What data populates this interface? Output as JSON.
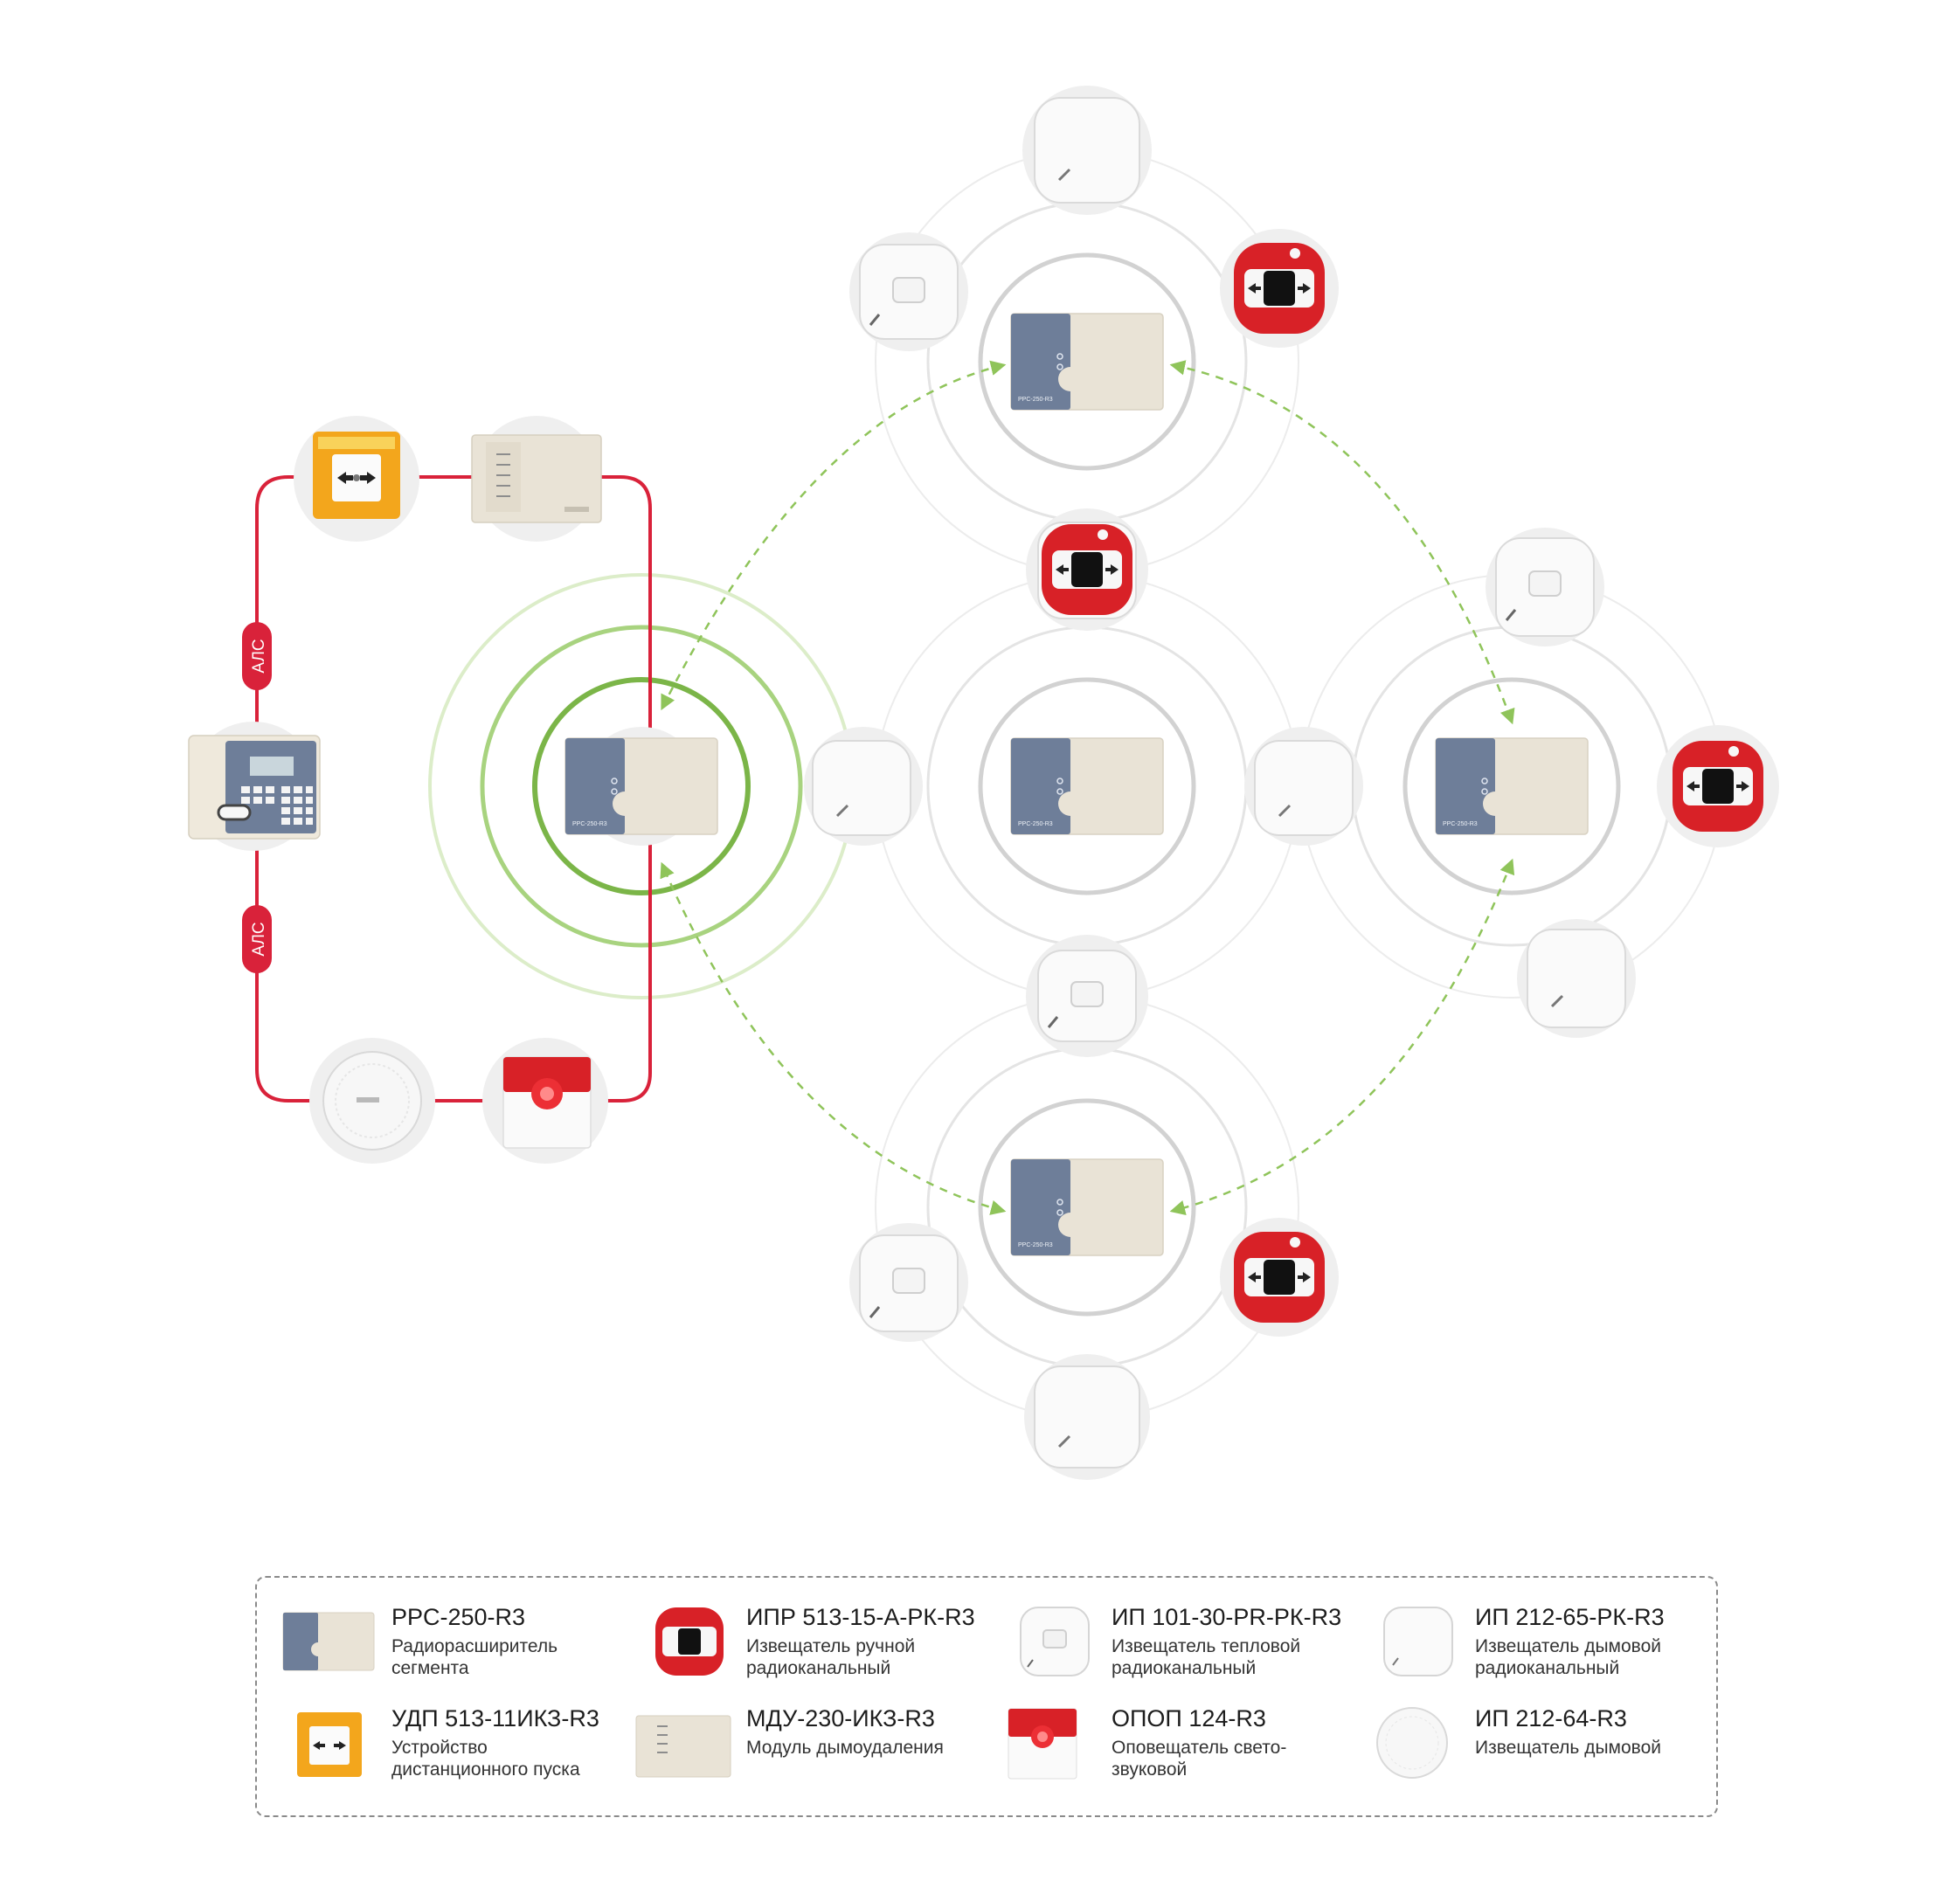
{
  "colors": {
    "loop_red": "#d9223a",
    "radio_green": "#8fc45a",
    "ring_green": "#7bb548",
    "ring_grey": "#cfcfcf",
    "panel_slate": "#6e7e99",
    "panel_beige": "#e9e3d6",
    "alarm_red": "#d82127",
    "udp_yellow": "#f3a61c"
  },
  "loop": {
    "label_top": "АЛС",
    "label_bottom": "АЛС"
  },
  "devices": {
    "rrs_label": "PPC-250-R3"
  },
  "legend": {
    "items": [
      {
        "icon": "rrs-module-icon",
        "title": "PPC-250-R3",
        "desc": "Радиорасширитель\nсегмента"
      },
      {
        "icon": "manual-call-point-icon",
        "title": "ИПР 513-15-А-РК-R3",
        "desc": "Извещатель ручной\nрадиоканальный"
      },
      {
        "icon": "heat-detector-icon",
        "title": "ИП 101-30-PR-РК-R3",
        "desc": "Извещатель тепловой\nрадиоканальный"
      },
      {
        "icon": "wireless-smoke-detector-icon",
        "title": "ИП 212-65-РК-R3",
        "desc": "Извещатель дымовой\nрадиоканальный"
      },
      {
        "icon": "remote-start-icon",
        "title": "УДП 513-11ИКЗ-R3",
        "desc": "Устройство\nдистанционного пуска"
      },
      {
        "icon": "smoke-control-module-icon",
        "title": "МДУ-230-ИКЗ-R3",
        "desc": "Модуль дымоудаления"
      },
      {
        "icon": "light-sound-alarm-icon",
        "title": "ОПОП 124-R3",
        "desc": "Оповещатель свето-\nзвуковой"
      },
      {
        "icon": "smoke-detector-icon",
        "title": "ИП 212-64-R3",
        "desc": "Извещатель дымовой"
      }
    ]
  }
}
